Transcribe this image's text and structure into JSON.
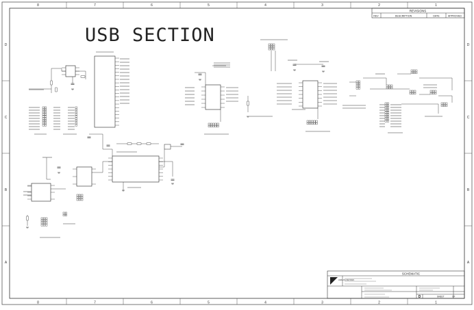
{
  "sheet": {
    "title": "USB SECTION",
    "zone_columns": [
      "8",
      "7",
      "6",
      "5",
      "4",
      "3",
      "2",
      "1"
    ],
    "zone_rows": [
      "D",
      "C",
      "B",
      "A"
    ]
  },
  "revisions": {
    "heading": "REVISIONS",
    "columns": [
      "REV",
      "DESCRIPTION",
      "DATE",
      "APPROVED"
    ]
  },
  "title_block": {
    "heading": "SCHEMATIC",
    "logo_text": "ANALOG DEVICES",
    "sheet_word": "SHEET",
    "of_word": "OF",
    "size_value": "D"
  },
  "components": {
    "ics": [
      {
        "name": "ic-mcu-usb"
      },
      {
        "name": "ic-usb-hub"
      },
      {
        "name": "ic-switch-mid"
      },
      {
        "name": "ic-switch-right"
      },
      {
        "name": "ic-regulator"
      },
      {
        "name": "ic-small-left"
      },
      {
        "name": "ic-small-top"
      }
    ]
  }
}
